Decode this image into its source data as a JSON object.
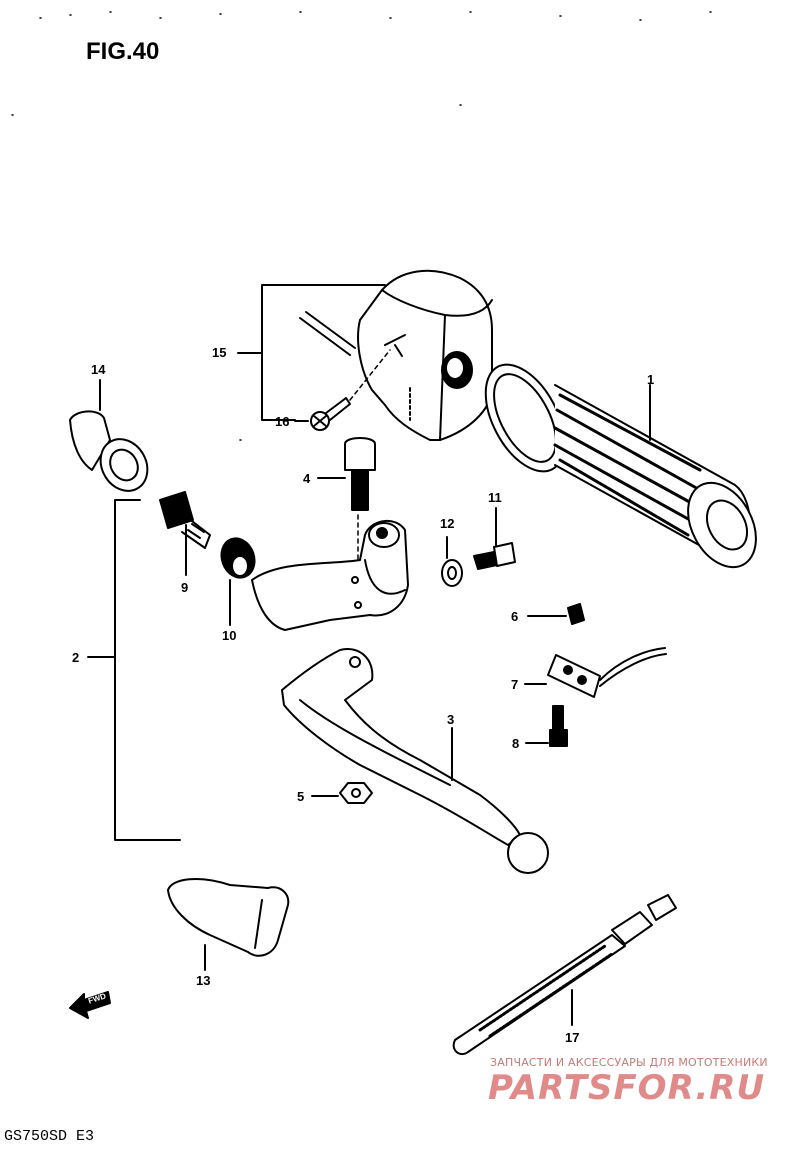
{
  "figure_title": "FIG.40",
  "model_code": "GS750SD E3",
  "fwd_label": "FWD",
  "watermark": {
    "tagline": "ЗАПЧАСТИ И АКСЕССУАРЫ ДЛЯ МОТОТЕХНИКИ",
    "logo": "PARTSFOR.RU"
  },
  "parts": [
    {
      "number": "1"
    },
    {
      "number": "2"
    },
    {
      "number": "3"
    },
    {
      "number": "4"
    },
    {
      "number": "5"
    },
    {
      "number": "6"
    },
    {
      "number": "7"
    },
    {
      "number": "8"
    },
    {
      "number": "9"
    },
    {
      "number": "10"
    },
    {
      "number": "11"
    },
    {
      "number": "12"
    },
    {
      "number": "13"
    },
    {
      "number": "14"
    },
    {
      "number": "15"
    },
    {
      "number": "16"
    },
    {
      "number": "17"
    }
  ]
}
